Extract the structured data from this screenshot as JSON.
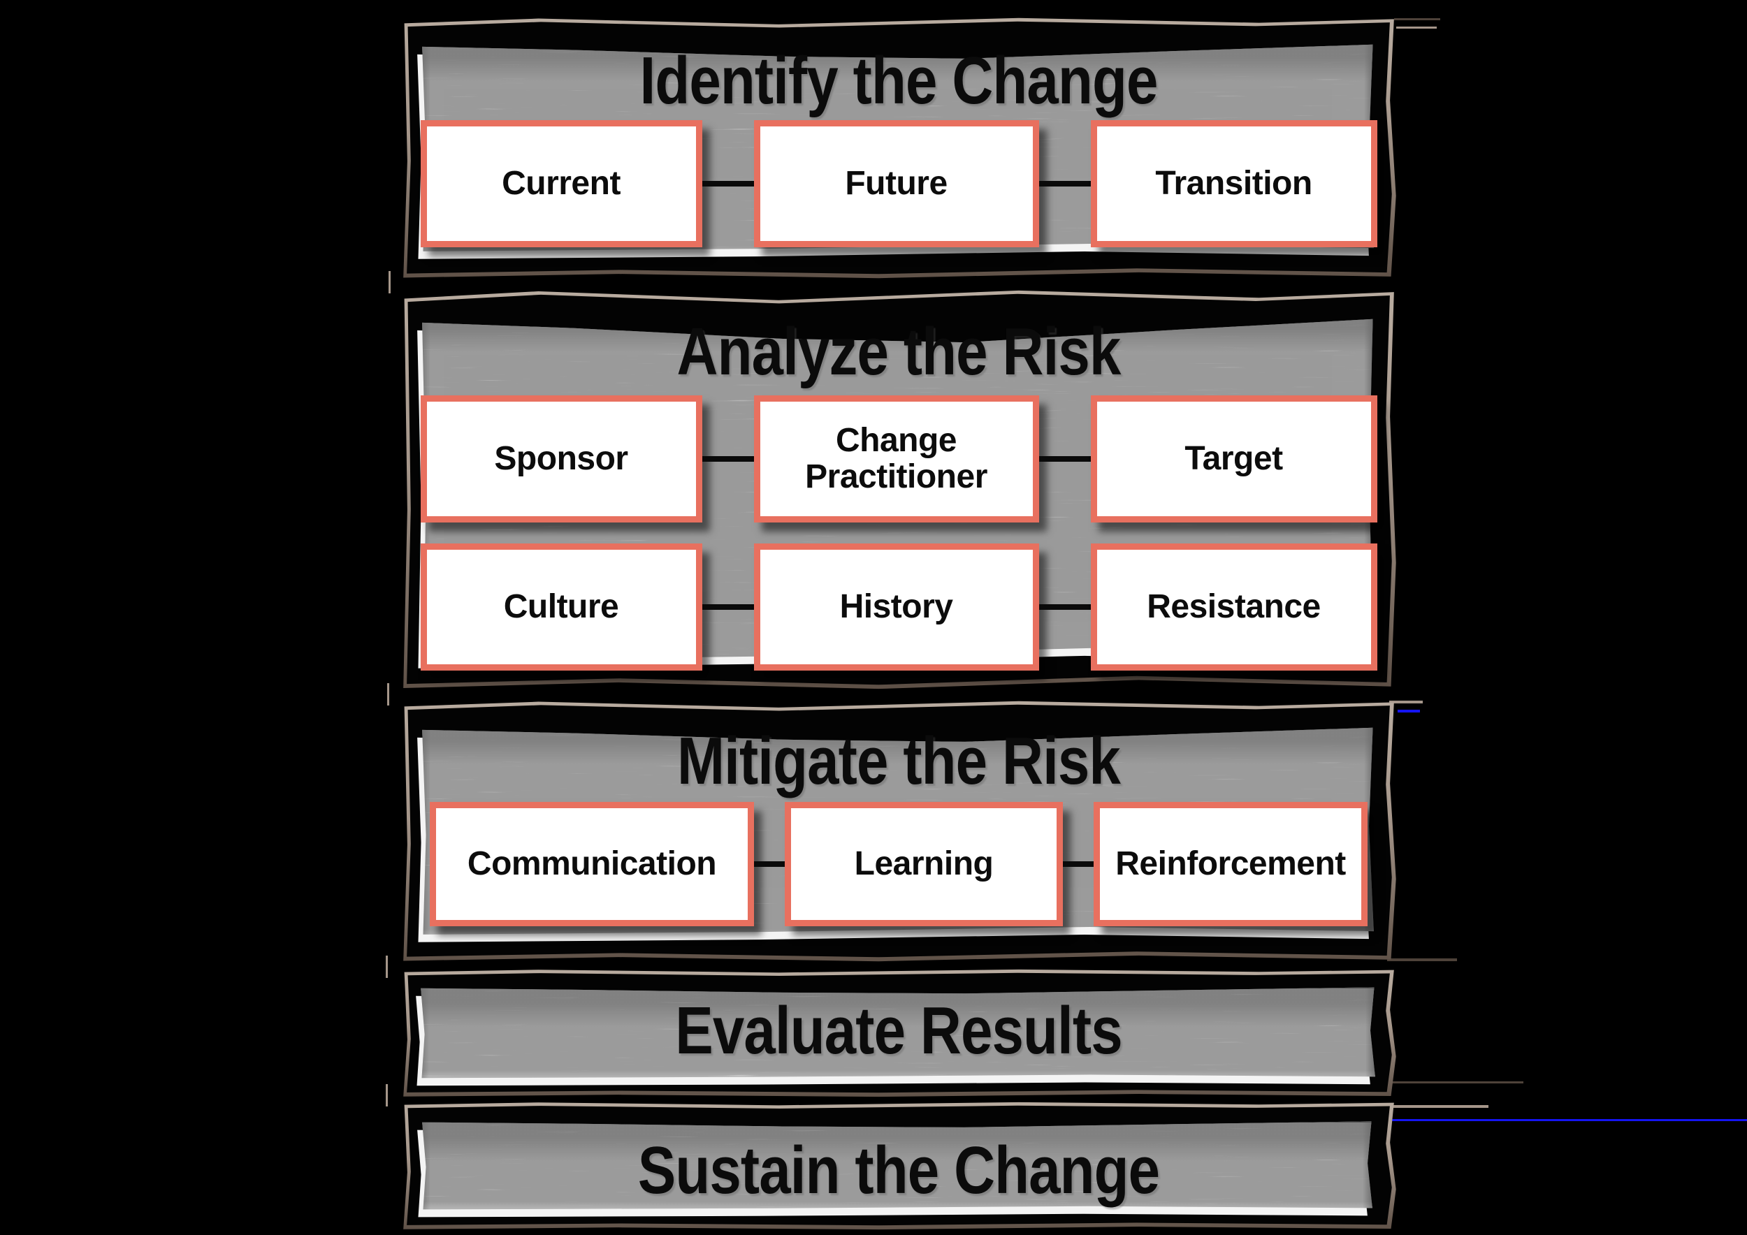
{
  "diagram": {
    "colors": {
      "accent": "#e8705f",
      "paper": "#d7d7d7",
      "frame": "#000000",
      "edge_tan": "#a5968a",
      "artifact_blue": "#1414f2"
    },
    "panels": [
      {
        "title": "Identify the Change",
        "rows": [
          [
            "Current",
            "Future",
            "Transition"
          ]
        ]
      },
      {
        "title": "Analyze the Risk",
        "rows": [
          [
            "Sponsor",
            "Change Practitioner",
            "Target"
          ],
          [
            "Culture",
            "History",
            "Resistance"
          ]
        ]
      },
      {
        "title": "Mitigate the Risk",
        "rows": [
          [
            "Communication",
            "Learning",
            "Reinforcement"
          ]
        ]
      },
      {
        "title": "Evaluate Results",
        "rows": []
      },
      {
        "title": "Sustain the Change",
        "rows": []
      }
    ]
  }
}
